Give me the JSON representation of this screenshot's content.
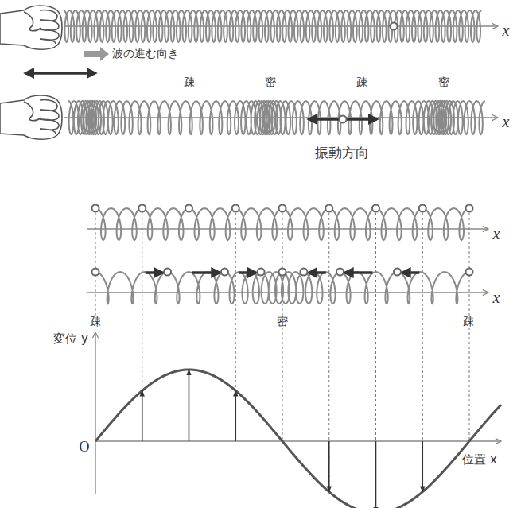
{
  "diagram": {
    "labels": [
      "x",
      "波の進む向き",
      "疎",
      "密",
      "疎",
      "密",
      "x",
      "振動方向",
      "x",
      "x",
      "疎",
      "密",
      "疎",
      "変位 y",
      "O",
      "位置 x"
    ]
  }
}
